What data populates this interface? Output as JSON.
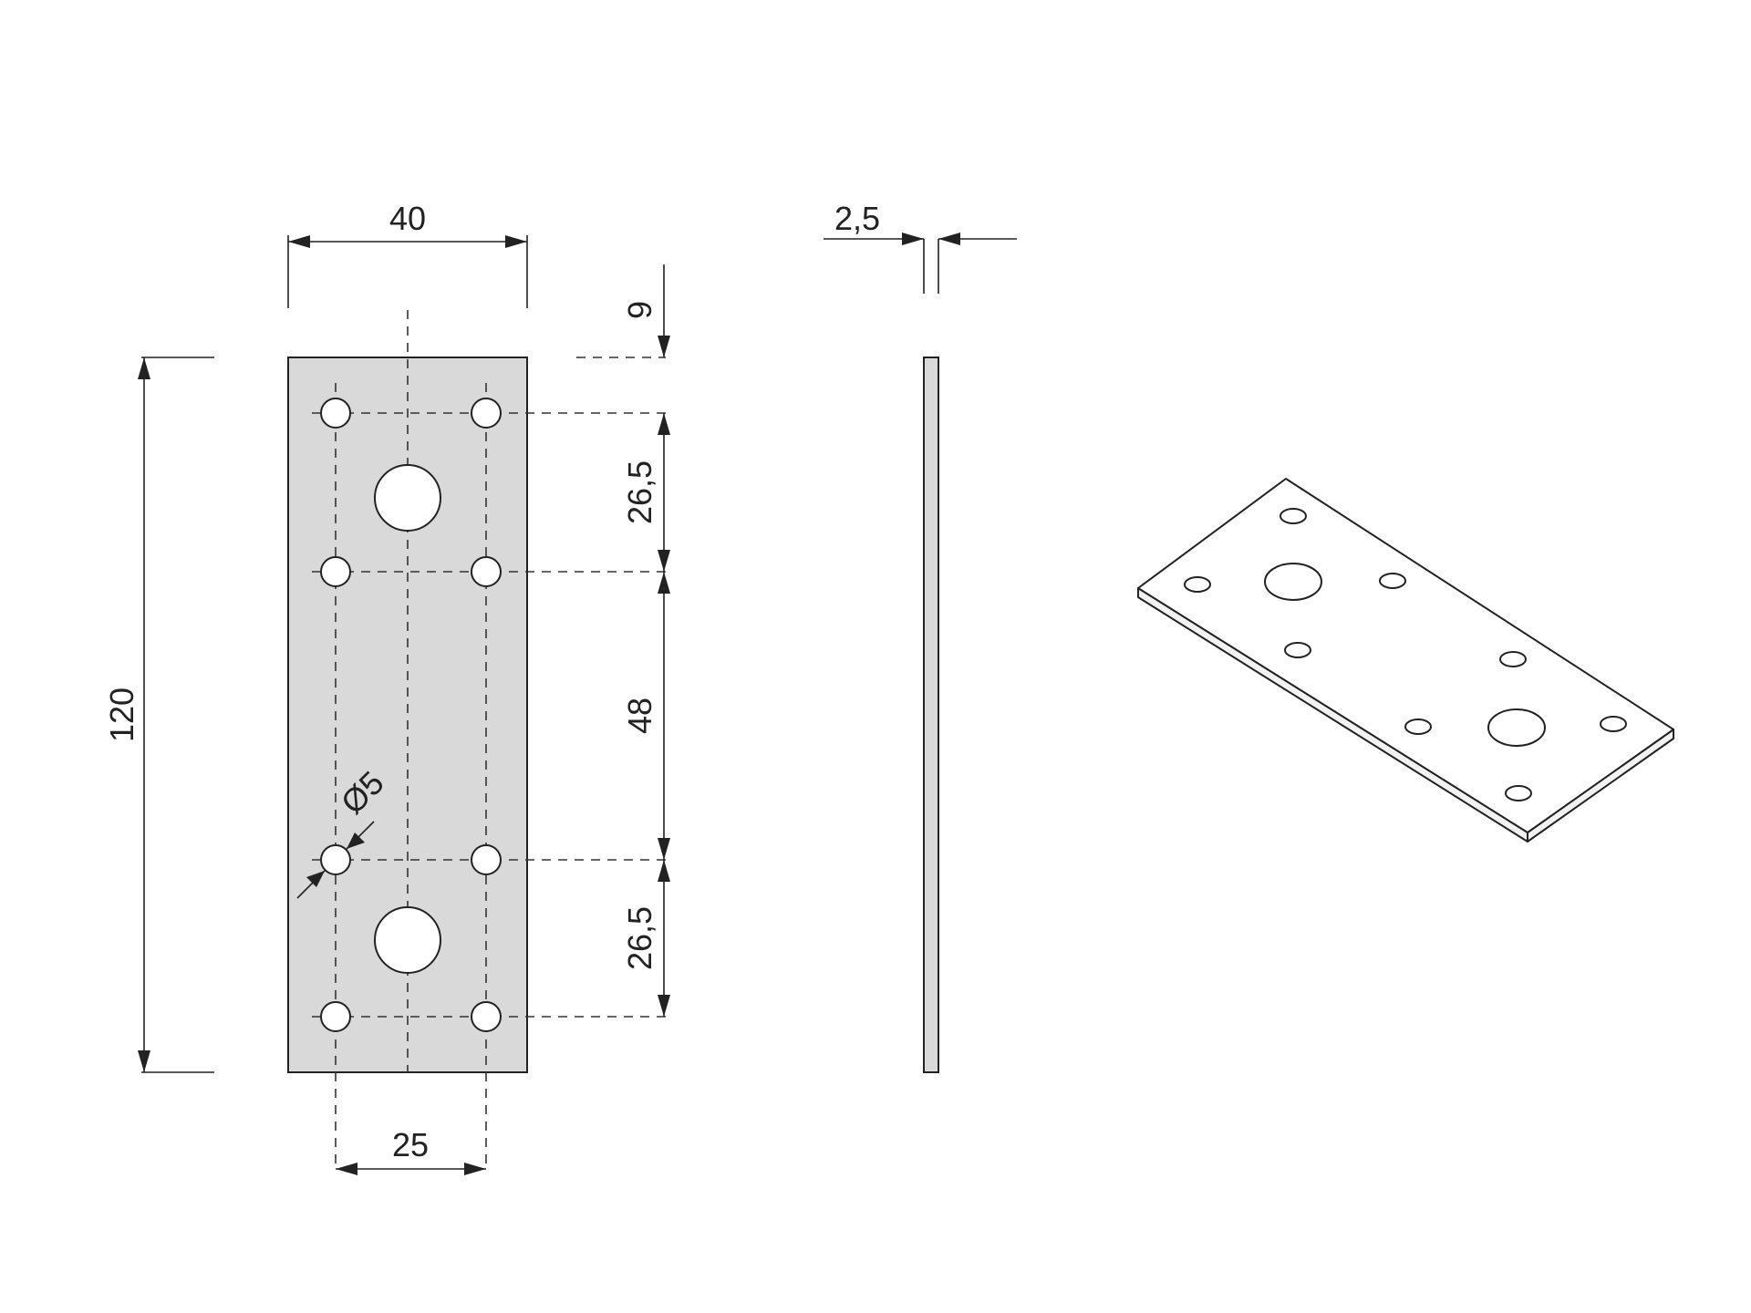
{
  "dimensions": {
    "plate_width": "40",
    "plate_length": "120",
    "thickness": "2,5",
    "edge_offset": "9",
    "hole_spacing_top": "26,5",
    "hole_spacing_middle": "48",
    "hole_spacing_bottom": "26,5",
    "hole_diameter": "Ø5",
    "hole_column_spacing": "25"
  },
  "colors": {
    "plate_fill": "#d9d9d9",
    "line": "#222222",
    "background": "#ffffff"
  }
}
